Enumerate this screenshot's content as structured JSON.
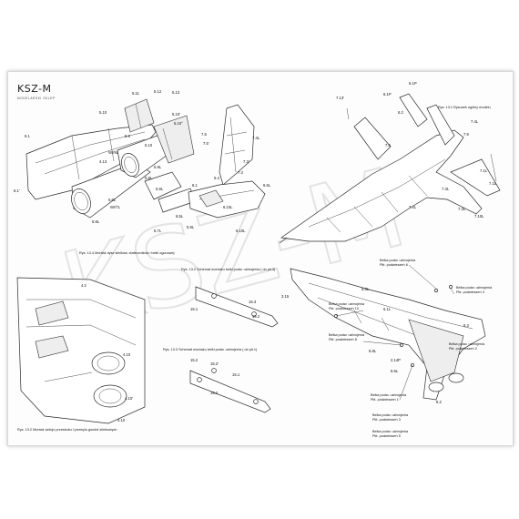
{
  "brand": {
    "logo": "KSZ-M",
    "subtitle": "MODELARSKI SKLEP"
  },
  "watermark": "KSZ-M",
  "figures": {
    "fig_13_4": "Rys. 13.4 Montaż dysz silników, stateczników i belki ogonowej",
    "fig_13_1": "Rys. 13.1 Rysunek ogólny modelu",
    "fig_13_2": "Rys. 13.2 Schemat montażu belki podw. uzbrojenia ( do płr.3)",
    "fig_13_3": "Rys. 13.3 Schemat montażu belki podw. uzbrojenia ( do płr.1)",
    "fig_13_5": "Rys. 13.2 Montaż sekcjo przeskoku i przesyłu gondol silnikowych"
  },
  "callouts": {
    "beam6": [
      "Belka podw. uzbrojenia",
      "Pkt. podwieszeń 6"
    ],
    "beam4": [
      "Belka podw. uzbrojenia",
      "Pkt. podwieszeń 4"
    ],
    "beam2": [
      "Belka podw. uzbrojenia",
      "Pkt. podwieszeń 2"
    ],
    "beam10": [
      "Belka podw. uzbrojenia",
      "Pkt. podwieszeń 10"
    ],
    "beam8": [
      "Belka podw. uzbrojenia",
      "Pkt. podwieszeń 8"
    ],
    "beam1": [
      "Belka podw. uzbrojenia",
      "Pkt. podwieszeń 1"
    ],
    "beam3": [
      "Belka podw. uzbrojenia",
      "Pkt. podwieszeń 3"
    ],
    "beam5": [
      "Belka podw. uzbrojenia",
      "Pkt. podwieszeń 5"
    ]
  },
  "part_labels": {
    "engine": [
      "5.11",
      "5.12",
      "5.13",
      "5.10",
      "5.10'",
      "5.10°",
      "6.1",
      "6.1'",
      "5.9",
      "Wr/9L",
      "Wr/7L",
      "4.13",
      "5.9L",
      "5.10",
      "5.8L",
      "5.6L",
      "5.8L",
      "5.9L",
      "5.7L"
    ],
    "fins": [
      "7.5",
      "7.5'",
      "7.4L",
      "7.3'",
      "7.3",
      "8.1",
      "5.4",
      "6.6L",
      "6.10L",
      "5.9L",
      "6.10L",
      "6.5L"
    ],
    "aircraft_top": [
      "7.13'",
      "6.1P",
      "6.1P",
      "6.2",
      "7.5",
      "7.4L",
      "7.9",
      "7.1L",
      "7.1L",
      "7.3L",
      "7.3L",
      "7.2L",
      "7.10L"
    ],
    "pylon_a": [
      "15.3",
      "15.2",
      "15.1"
    ],
    "pylon_b": [
      "15.2",
      "15.2'",
      "15.1",
      "15.2"
    ],
    "gondola": [
      "4.2",
      "4.10",
      "4.10'",
      "4.10"
    ],
    "aircraft_bottom": [
      "3.15",
      "6.8L",
      "6.1L",
      "6.3",
      "2.14P",
      "6.5L",
      "6.8L",
      "6.2"
    ]
  }
}
